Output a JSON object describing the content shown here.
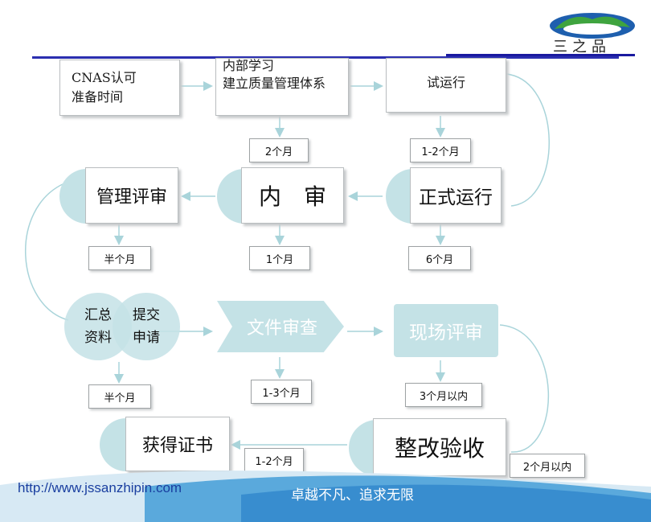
{
  "logo": {
    "text": "三之品"
  },
  "stages": {
    "cnas": "CNAS认可\n准备时间",
    "internal_learning": "内部学习\n建立质量管理体系",
    "trial": "试运行",
    "formal": "正式运行",
    "internal_audit": "内　审",
    "mgmt_review": "管理评审",
    "summary": "汇总\n资料",
    "submit": "提交\n申请",
    "doc_review": "文件审查",
    "onsite_review": "现场评审",
    "rectify": "整改验收",
    "certificate": "获得证书"
  },
  "durations": {
    "d1": "2个月",
    "d2": "1-2个月",
    "d3": "半个月",
    "d4": "1个月",
    "d5": "6个月",
    "d6": "半个月",
    "d7": "1-3个月",
    "d8": "3个月以内",
    "d9": "1-2个月",
    "d10": "2个月以内"
  },
  "footer": {
    "url": "http://www.jssanzhipin.com",
    "slogan": "卓越不凡、追求无限"
  },
  "colors": {
    "accent_teal": "#c4e2e6",
    "line_blue": "#2b2fb0",
    "arrow": "#a9d4da"
  }
}
